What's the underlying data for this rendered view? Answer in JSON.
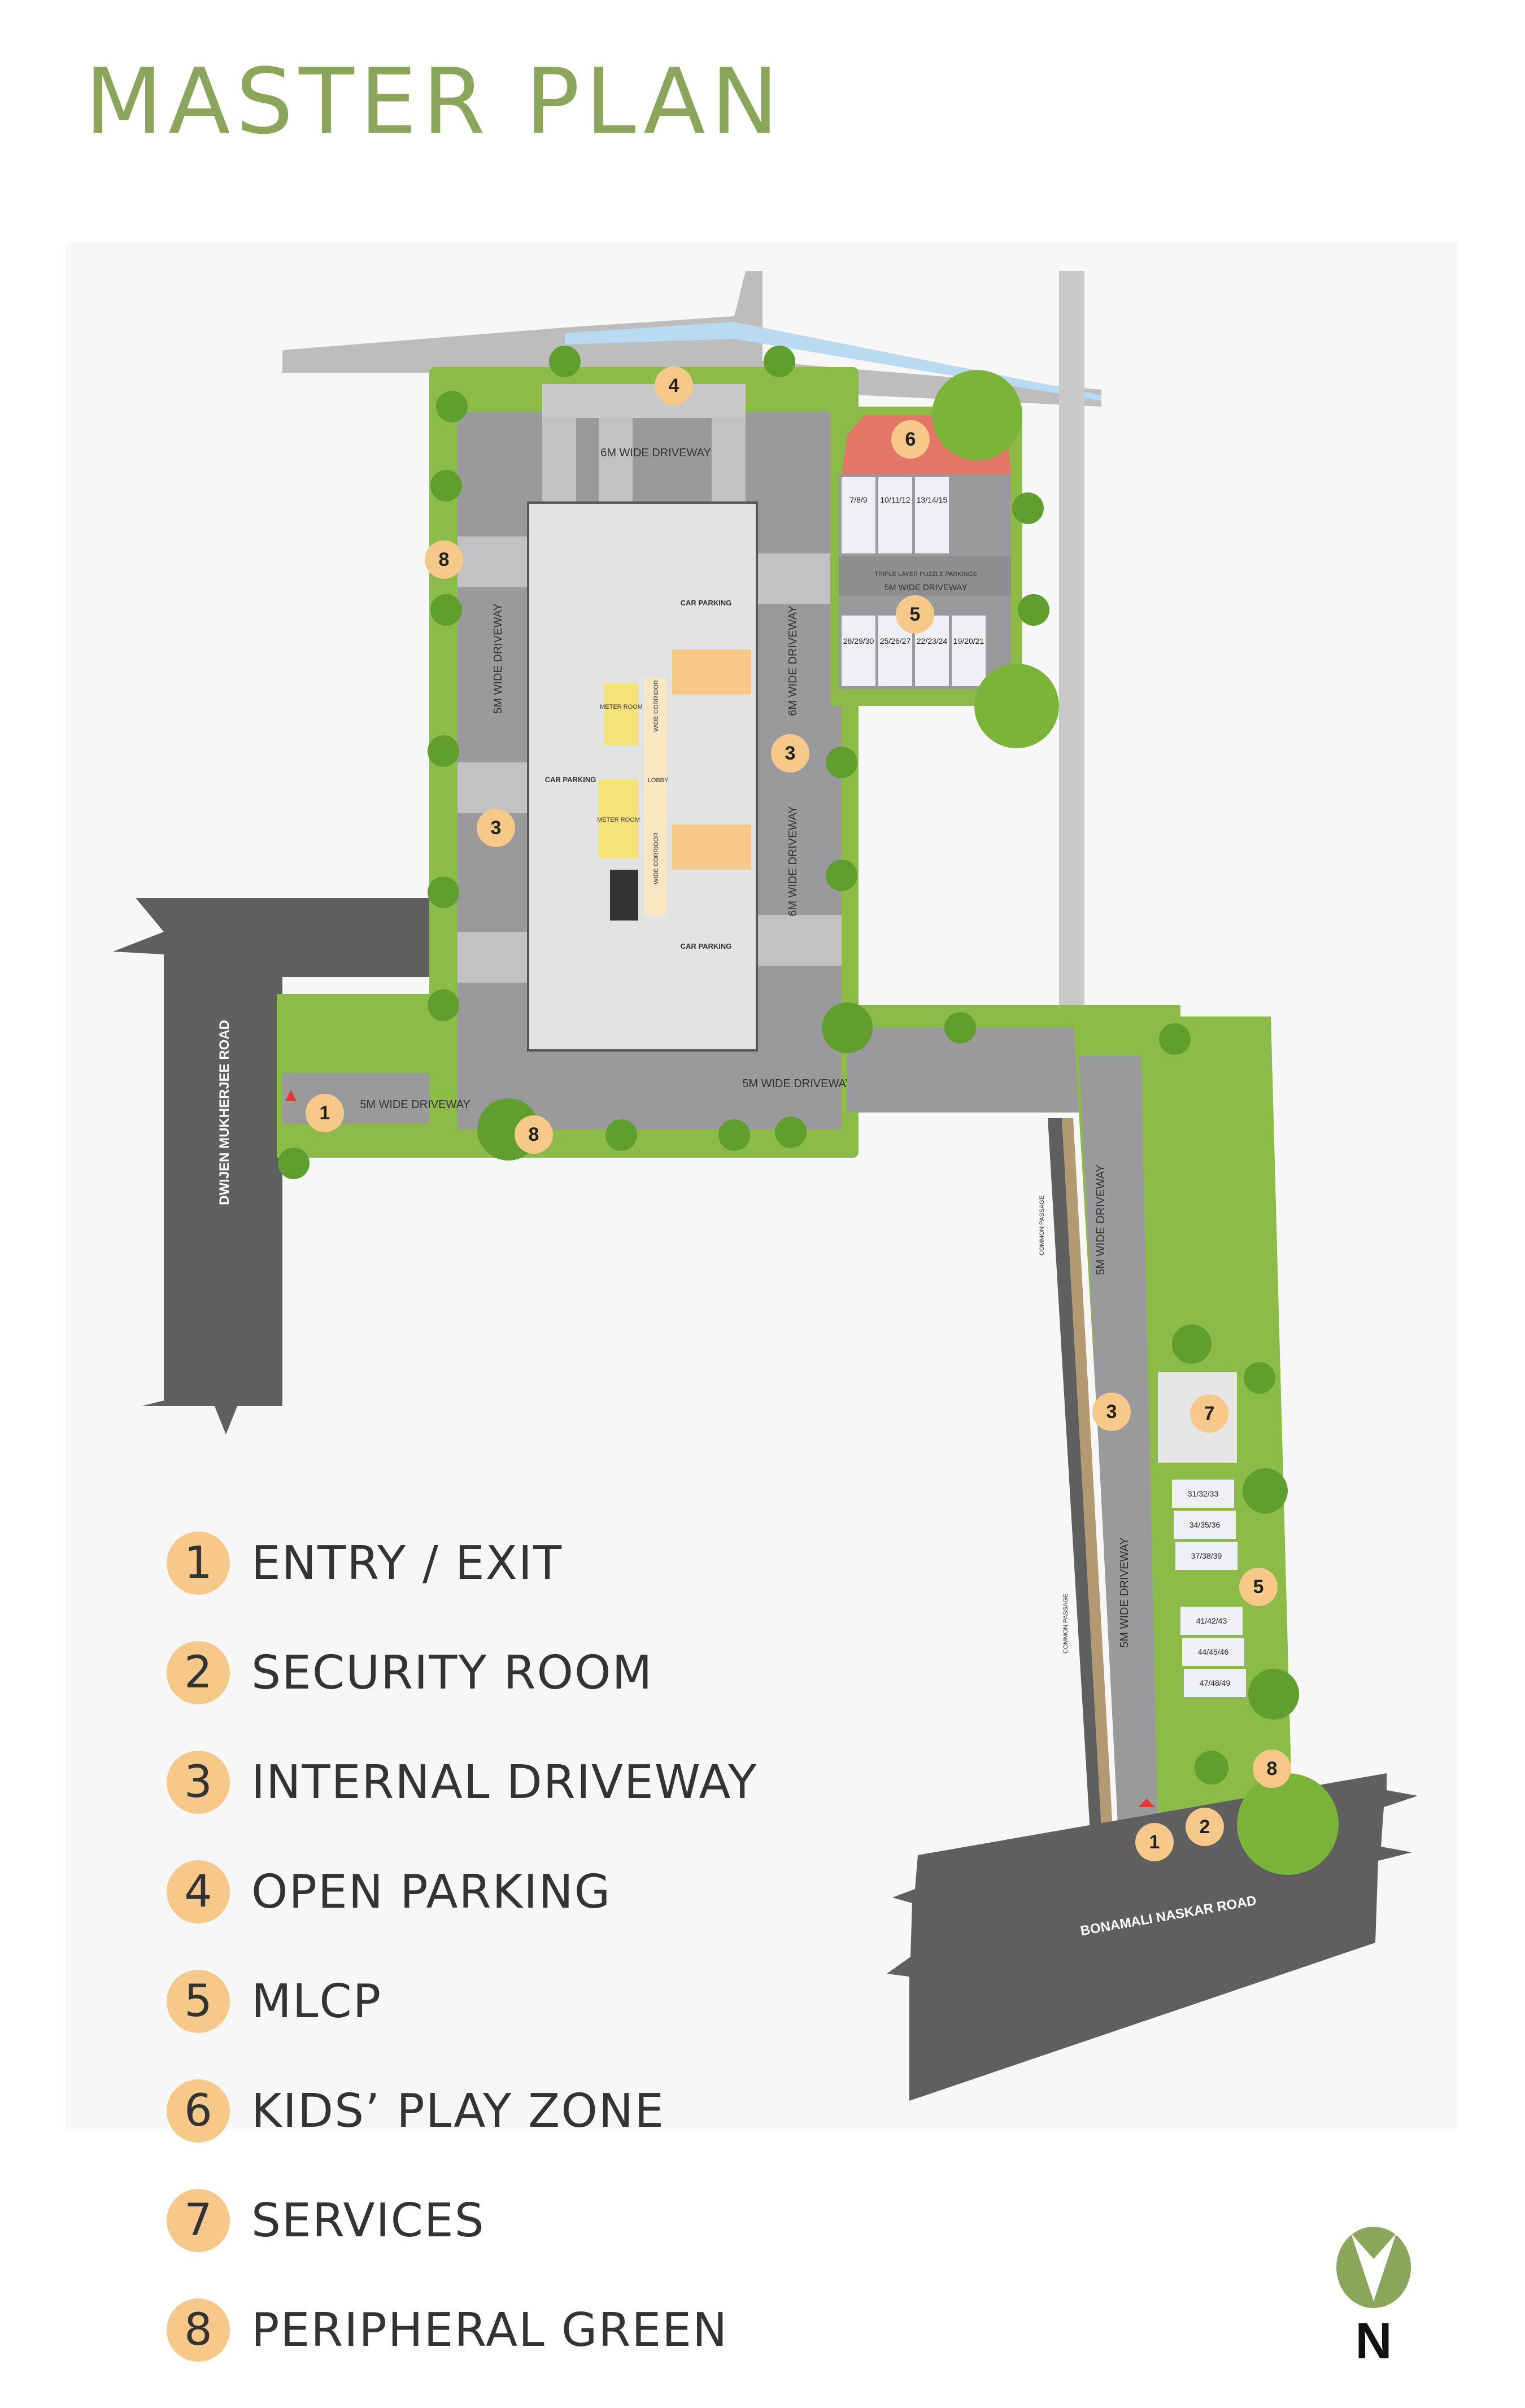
{
  "title": "MASTER PLAN",
  "legend": [
    {
      "num": "1",
      "label": "ENTRY / EXIT"
    },
    {
      "num": "2",
      "label": "SECURITY ROOM"
    },
    {
      "num": "3",
      "label": "INTERNAL DRIVEWAY"
    },
    {
      "num": "4",
      "label": "OPEN PARKING"
    },
    {
      "num": "5",
      "label": "MLCP"
    },
    {
      "num": "6",
      "label": "KIDS’ PLAY ZONE"
    },
    {
      "num": "7",
      "label": "SERVICES"
    },
    {
      "num": "8",
      "label": "PERIPHERAL GREEN"
    }
  ],
  "plan": {
    "roads": {
      "west": "DWIJEN MUKHERJEE ROAD",
      "south": "BONAMALI NASKAR ROAD"
    },
    "labels": {
      "driveway_6m": "6M WIDE DRIVEWAY",
      "driveway_5m": "5M WIDE DRIVEWAY",
      "common_passage": "COMMON PASSAGE",
      "car_parking": "CAR PARKING",
      "meter_room": "METER ROOM",
      "wide_corridor": "WIDE CORRIDOR",
      "lobby": "LOBBY",
      "puzzle": "TRIPLE LAYER PUZZLE PARKINGS"
    },
    "badges": [
      "1",
      "1",
      "2",
      "3",
      "3",
      "3",
      "4",
      "5",
      "5",
      "6",
      "7",
      "8",
      "8",
      "8"
    ],
    "mlcp_north": [
      "7/8/9",
      "10/11/12",
      "13/14/15"
    ],
    "mlcp_mid": [
      "28/29/30",
      "25/26/27",
      "22/23/24",
      "19/20/21"
    ],
    "mlcp_south": [
      "31/32/33",
      "34/35/36",
      "37/38/39",
      "41/42/43",
      "44/45/46",
      "47/48/49"
    ]
  },
  "north": {
    "label": "N",
    "color": "#8aa65a"
  },
  "colors": {
    "accent": "#8aa65a",
    "badge": "#f6c98a",
    "road": "#5f5f60",
    "green": "#8dbb4a"
  }
}
